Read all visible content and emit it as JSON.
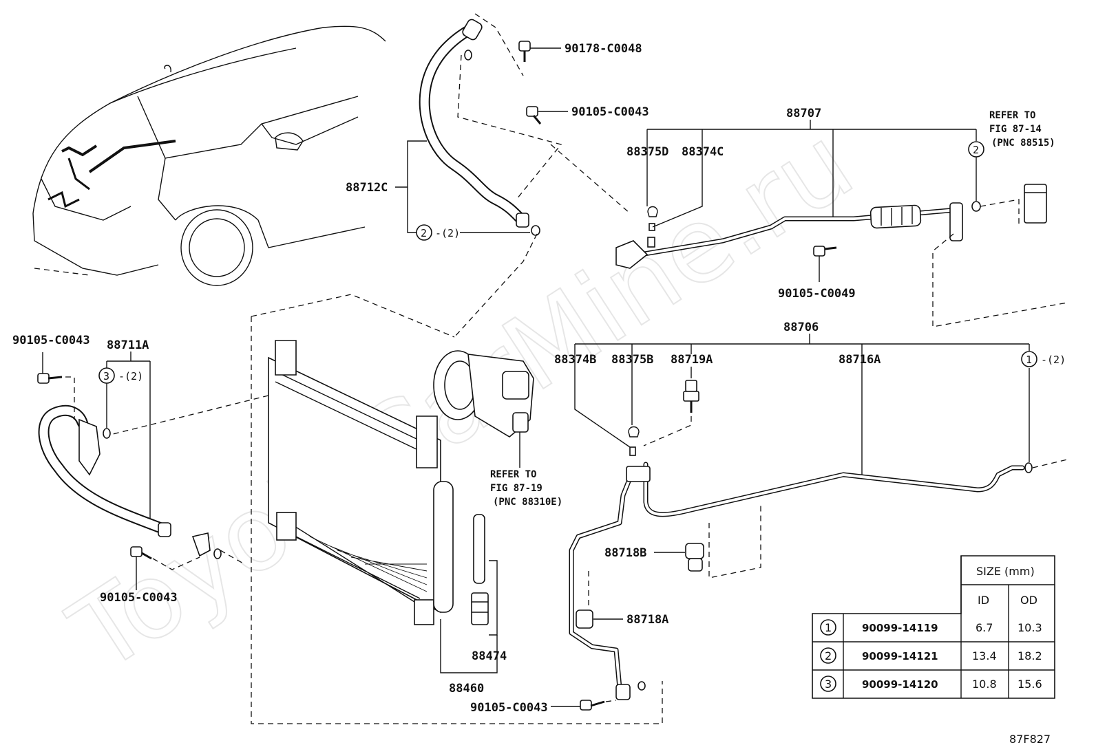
{
  "watermark": "ToyotaCarMine.ru",
  "figure_code": "87F827",
  "labels": {
    "p90178_C0048": "90178-C0048",
    "p90105_C0043_top": "90105-C0043",
    "p88707": "88707",
    "refer_top_1": "REFER TO",
    "refer_top_2": "FIG 87-14",
    "refer_top_3": "(PNC 88515)",
    "p88712C": "88712C",
    "p88375D": "88375D",
    "p88374C": "88374C",
    "ring_top_qty": "-(2)",
    "p90105_C0049": "90105-C0049",
    "p90105_C0043_left": "90105-C0043",
    "p88711A": "88711A",
    "ring_left_qty": "-(2)",
    "p88706": "88706",
    "p88374B": "88374B",
    "p88375B": "88375B",
    "p88719A": "88719A",
    "p88716A": "88716A",
    "ring_right_qty": "-(2)",
    "refer_mid_1": "REFER TO",
    "refer_mid_2": "FIG 87-19",
    "refer_mid_3": "(PNC 88310E)",
    "p88718B": "88718B",
    "p88718A": "88718A",
    "p90105_C0043_bl": "90105-C0043",
    "p88474": "88474",
    "p88460": "88460",
    "p90105_C0043_bot": "90105-C0043"
  },
  "circle_numbers": {
    "c2_top_left": "2",
    "c2_top_right": "2",
    "c3_left": "3",
    "c1_right": "1"
  },
  "size_table": {
    "header": "SIZE (mm)",
    "col_id": "ID",
    "col_od": "OD",
    "rows": [
      {
        "num": "1",
        "part": "90099-14119",
        "id": "6.7",
        "od": "10.3"
      },
      {
        "num": "2",
        "part": "90099-14121",
        "id": "13.4",
        "od": "18.2"
      },
      {
        "num": "3",
        "part": "90099-14120",
        "id": "10.8",
        "od": "15.6"
      }
    ]
  }
}
